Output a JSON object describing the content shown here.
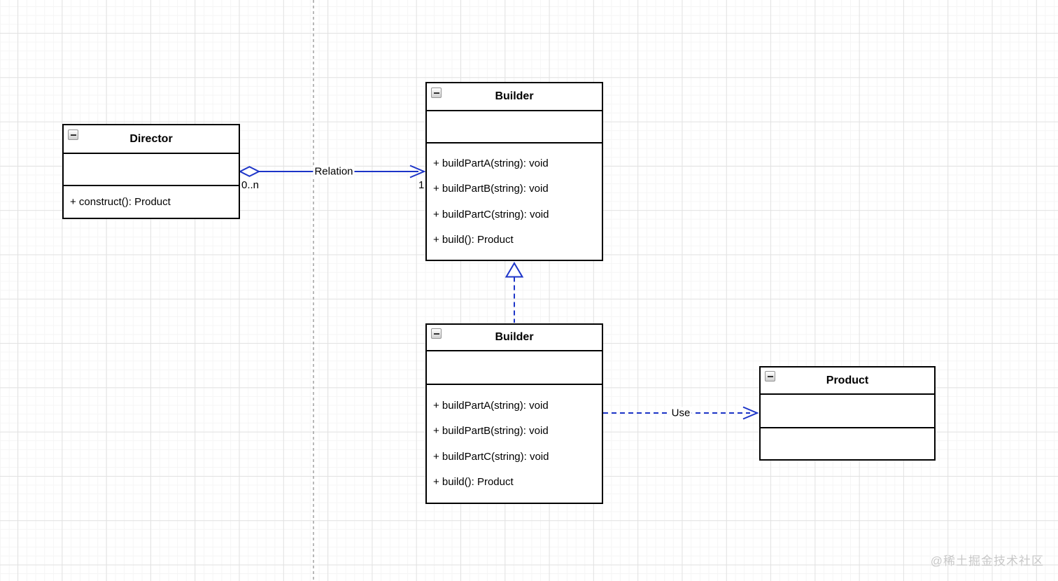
{
  "diagram": {
    "type": "uml-class-diagram",
    "pattern": "Builder"
  },
  "classes": {
    "director": {
      "title": "Director",
      "methods": [
        "+ construct(): Product"
      ]
    },
    "builder_interface": {
      "title": "Builder",
      "methods": [
        "+ buildPartA(string): void",
        "+ buildPartB(string): void",
        "+ buildPartC(string): void",
        "+ build(): Product"
      ]
    },
    "builder_concrete": {
      "title": "Builder",
      "methods": [
        "+ buildPartA(string): void",
        "+ buildPartB(string): void",
        "+ buildPartC(string): void",
        "+ build(): Product"
      ]
    },
    "product": {
      "title": "Product"
    }
  },
  "relations": {
    "aggregation": {
      "label": "Relation",
      "source_multiplicity": "0..n",
      "target_multiplicity": "1",
      "style": "solid-open-diamond-open-arrow"
    },
    "realization": {
      "style": "dashed-hollow-triangle"
    },
    "dependency": {
      "label": "Use",
      "style": "dashed-open-arrow"
    }
  },
  "icons": {
    "collapse_icon": "minus-in-square"
  },
  "colors": {
    "connector_blue": "#1c34c8",
    "box_border": "#000000",
    "grid_major": "#e2e2e2",
    "grid_minor": "#f5f5f5",
    "page_divider": "#9b9b9b",
    "watermark": "#c8c8c8"
  },
  "watermark": {
    "text": "@稀土掘金技术社区"
  }
}
